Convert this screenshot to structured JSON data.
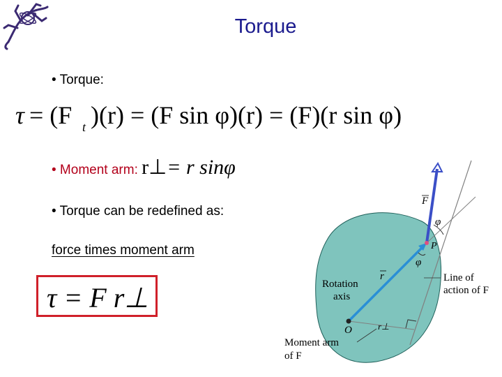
{
  "slide": {
    "title": "Torque",
    "bullets": {
      "torque_label": "• Torque:",
      "moment_label": "• Moment arm:",
      "moment_formula_lhs": "r⊥",
      "moment_formula_rhs": "= r sinφ",
      "redefine": "• Torque can be redefined as:"
    },
    "equation_torque": {
      "tau": "τ",
      "part1": "= (F",
      "sub_t": "t",
      "part2": ")(r) = (F sin φ)(r) = (F)(r sin φ)"
    },
    "force_times_moment_arm": "force times moment arm",
    "boxed_equation": "τ = F r⊥"
  },
  "diagram": {
    "labels": {
      "force": "F",
      "phi": "φ",
      "point": "P",
      "radius": "r",
      "rotation_axis_1": "Rotation",
      "rotation_axis_2": "axis",
      "origin": "O",
      "r_perp": "r⊥",
      "line_of_action_1": "Line of",
      "line_of_action_2": "action of F",
      "moment_arm_1": "Moment arm",
      "moment_arm_2": "of F"
    },
    "colors": {
      "body_fill": "#7fc4bd",
      "force_arrow": "#3b4fc7",
      "radius_arrow": "#2a8fd6",
      "box_border": "#d0202a",
      "title": "#1b1b8e",
      "moment_label": "#b3001b"
    }
  }
}
